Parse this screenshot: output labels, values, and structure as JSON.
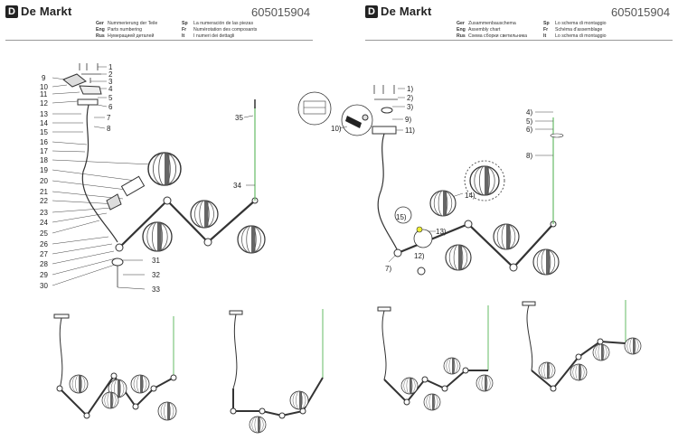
{
  "left": {
    "brand": "De Markt",
    "code": "605015904",
    "headers": [
      {
        "tag": "Ger",
        "text": "Nummerierung der Teile"
      },
      {
        "tag": "Eng",
        "text": "Parts numbering"
      },
      {
        "tag": "Rus",
        "text": "Нумерацией деталей"
      },
      {
        "tag": "Sp",
        "text": "La numeración de las piezas"
      },
      {
        "tag": "Fr",
        "text": "Numérotation des composants"
      },
      {
        "tag": "It",
        "text": "I numeri dei dettagli"
      }
    ],
    "labels": [
      "1",
      "2",
      "3",
      "4",
      "5",
      "6",
      "7",
      "8",
      "9",
      "10",
      "11",
      "12",
      "13",
      "14",
      "15",
      "16",
      "17",
      "18",
      "19",
      "20",
      "21",
      "22",
      "23",
      "24",
      "25",
      "26",
      "27",
      "28",
      "29",
      "30",
      "31",
      "32",
      "33",
      "34",
      "35"
    ]
  },
  "right": {
    "brand": "De Markt",
    "code": "605015904",
    "headers": [
      {
        "tag": "Ger",
        "text": "Zusammenbauschema"
      },
      {
        "tag": "Eng",
        "text": "Assembly chart"
      },
      {
        "tag": "Rus",
        "text": "Схема сборки светильника"
      },
      {
        "tag": "Sp",
        "text": "Lo schema di montaggio"
      },
      {
        "tag": "Fr",
        "text": "Schéma d'assemblage"
      },
      {
        "tag": "It",
        "text": "Lo schema di montaggio"
      }
    ],
    "labels": [
      "1)",
      "2)",
      "3)",
      "4)",
      "5)",
      "6)",
      "7)",
      "8)",
      "9)",
      "10)",
      "11)",
      "12)",
      "13)",
      "14)",
      "15)"
    ]
  }
}
